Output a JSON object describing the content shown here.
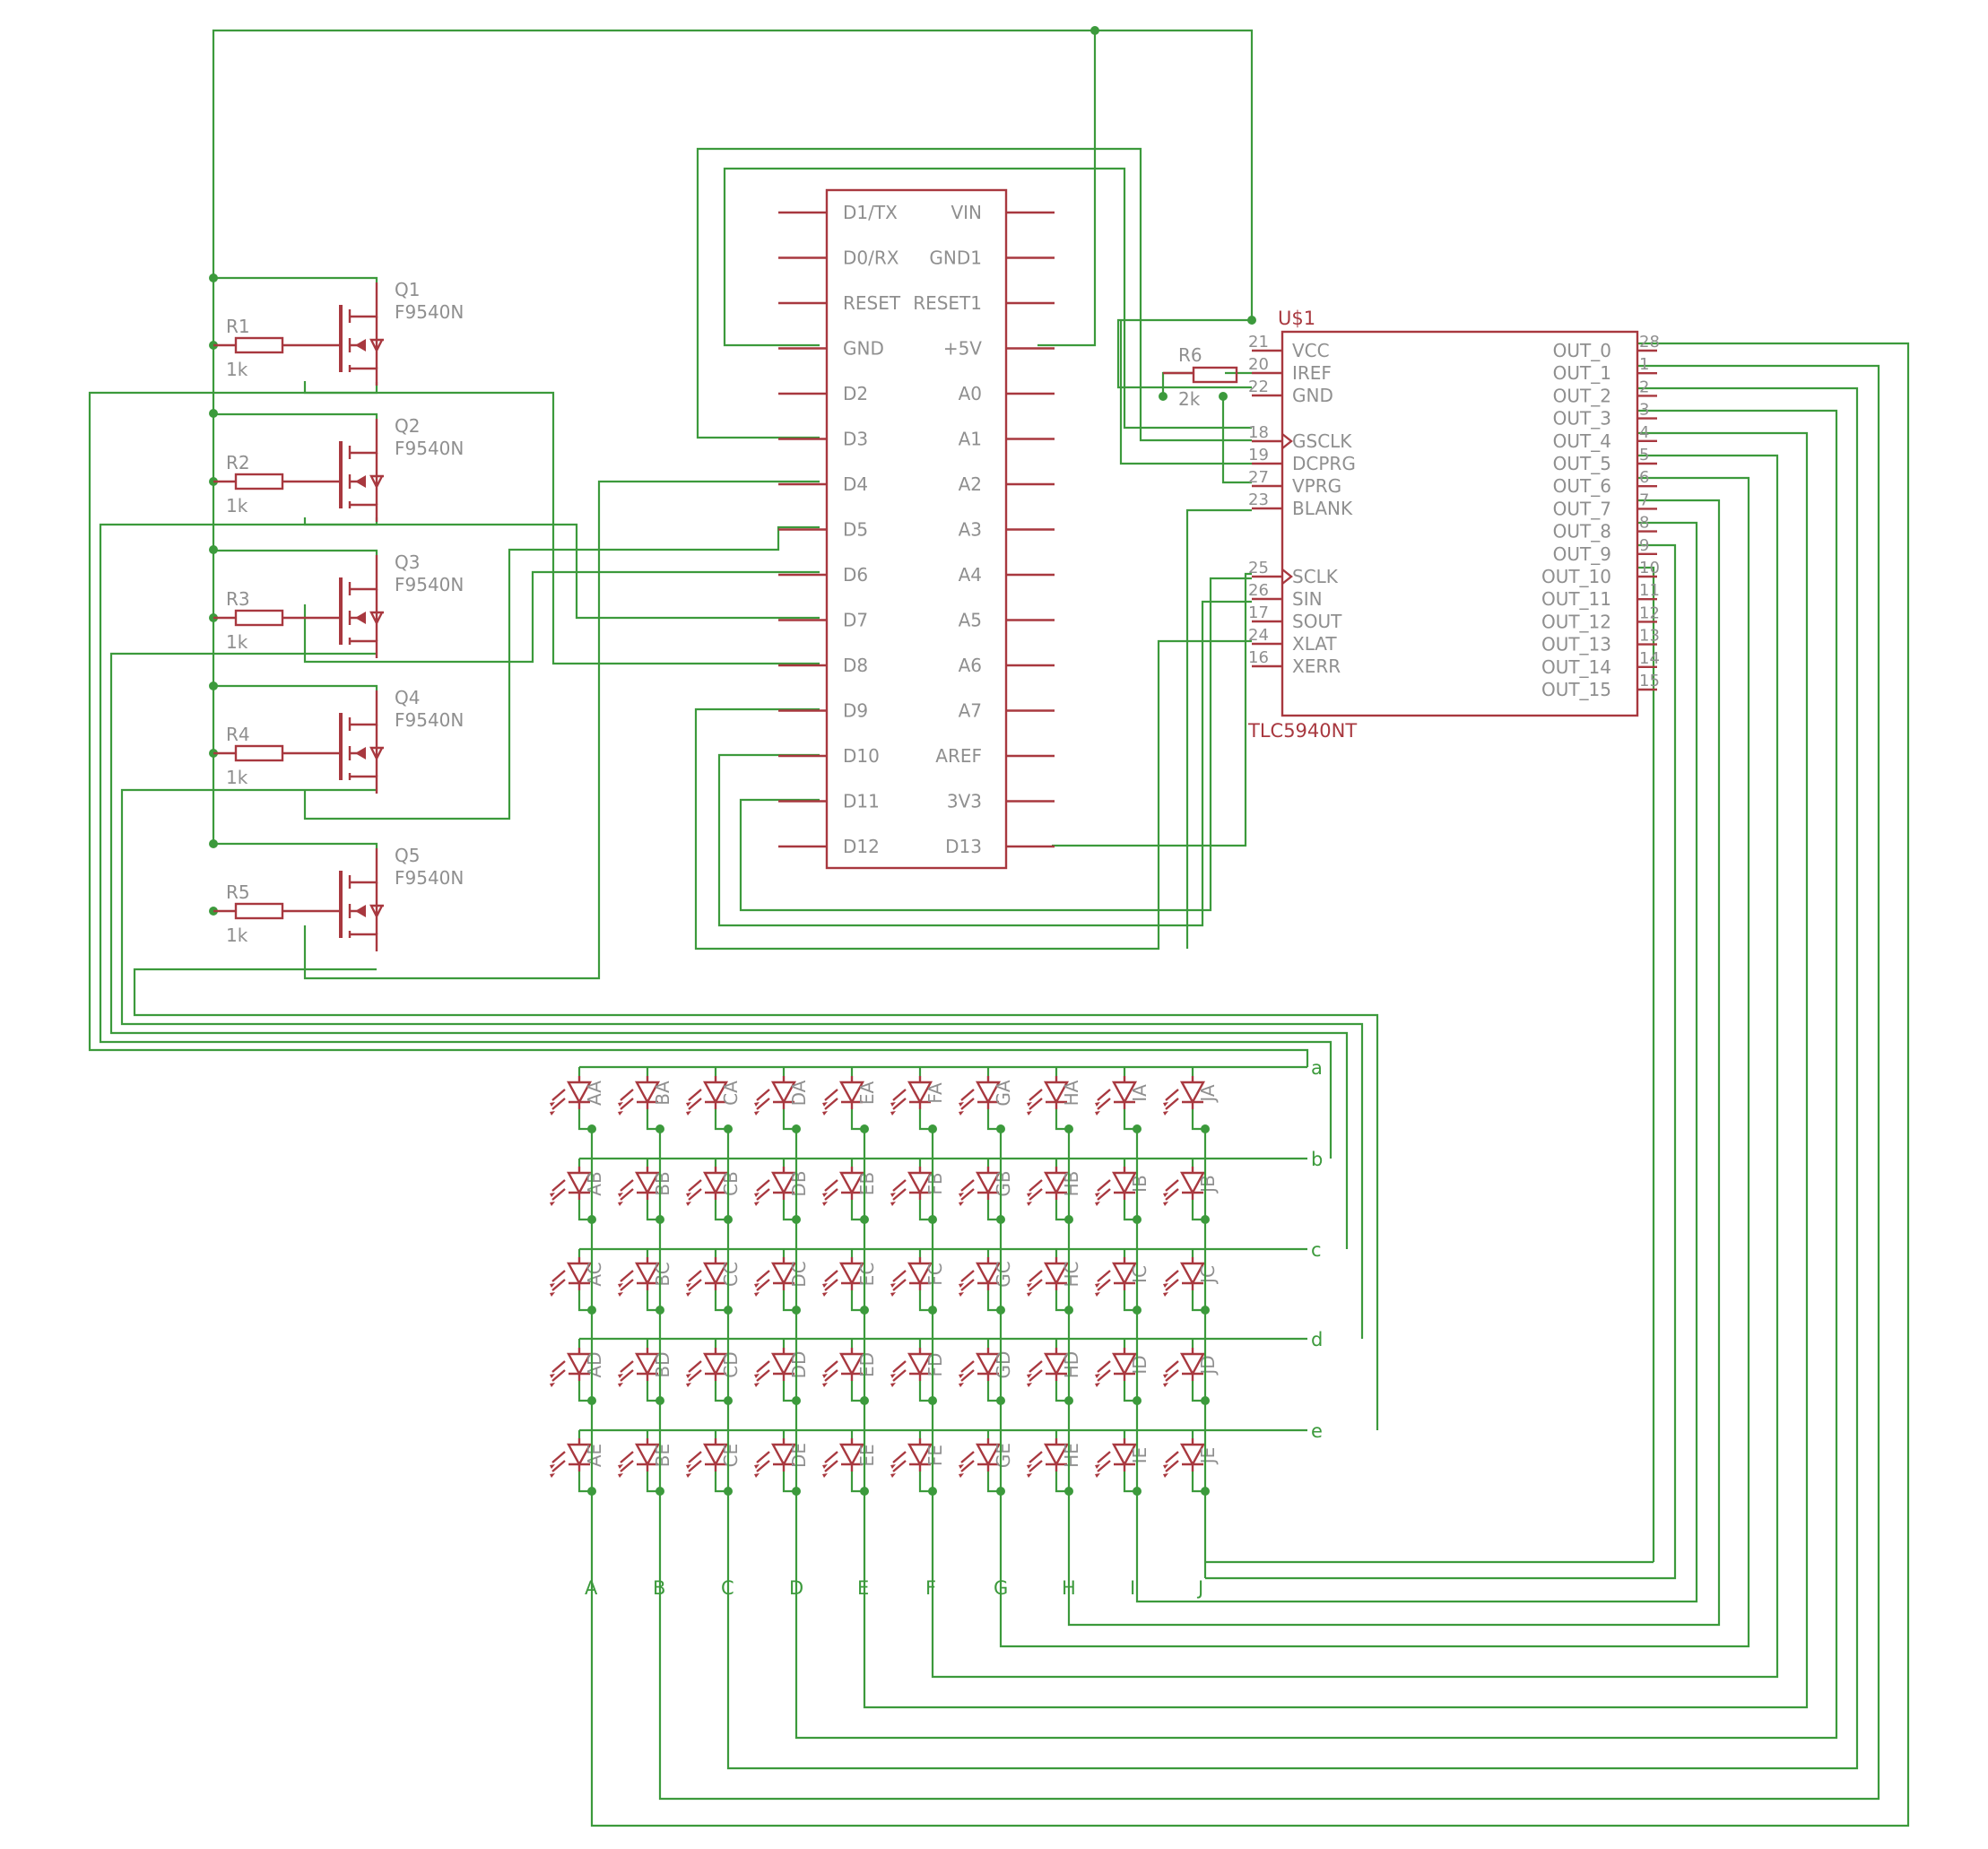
{
  "arduino": {
    "left_pins": [
      "D1/TX",
      "D0/RX",
      "RESET",
      "GND",
      "D2",
      "D3",
      "D4",
      "D5",
      "D6",
      "D7",
      "D8",
      "D9",
      "D10",
      "D11",
      "D12"
    ],
    "right_pins": [
      "VIN",
      "GND1",
      "RESET1",
      "+5V",
      "A0",
      "A1",
      "A2",
      "A3",
      "A4",
      "A5",
      "A6",
      "A7",
      "AREF",
      "3V3",
      "D13"
    ]
  },
  "tlc": {
    "name": "U$1",
    "value": "TLC5940NT",
    "left_pins": [
      {
        "num": "21",
        "label": "VCC"
      },
      {
        "num": "20",
        "label": "IREF"
      },
      {
        "num": "22",
        "label": "GND"
      },
      {
        "num": "18",
        "label": "GSCLK"
      },
      {
        "num": "19",
        "label": "DCPRG"
      },
      {
        "num": "27",
        "label": "VPRG"
      },
      {
        "num": "23",
        "label": "BLANK"
      },
      {
        "num": "25",
        "label": "SCLK"
      },
      {
        "num": "26",
        "label": "SIN"
      },
      {
        "num": "17",
        "label": "SOUT"
      },
      {
        "num": "24",
        "label": "XLAT"
      },
      {
        "num": "16",
        "label": "XERR"
      }
    ],
    "right_pins": [
      {
        "num": "28",
        "label": "OUT_0"
      },
      {
        "num": "1",
        "label": "OUT_1"
      },
      {
        "num": "2",
        "label": "OUT_2"
      },
      {
        "num": "3",
        "label": "OUT_3"
      },
      {
        "num": "4",
        "label": "OUT_4"
      },
      {
        "num": "5",
        "label": "OUT_5"
      },
      {
        "num": "6",
        "label": "OUT_6"
      },
      {
        "num": "7",
        "label": "OUT_7"
      },
      {
        "num": "8",
        "label": "OUT_8"
      },
      {
        "num": "9",
        "label": "OUT_9"
      },
      {
        "num": "10",
        "label": "OUT_10"
      },
      {
        "num": "11",
        "label": "OUT_11"
      },
      {
        "num": "12",
        "label": "OUT_12"
      },
      {
        "num": "13",
        "label": "OUT_13"
      },
      {
        "num": "14",
        "label": "OUT_14"
      },
      {
        "num": "15",
        "label": "OUT_15"
      }
    ]
  },
  "r6": {
    "name": "R6",
    "value": "2k"
  },
  "drivers": [
    {
      "mosfet": "Q1",
      "part": "F9540N",
      "resistor": "R1",
      "value": "1k"
    },
    {
      "mosfet": "Q2",
      "part": "F9540N",
      "resistor": "R2",
      "value": "1k"
    },
    {
      "mosfet": "Q3",
      "part": "F9540N",
      "resistor": "R3",
      "value": "1k"
    },
    {
      "mosfet": "Q4",
      "part": "F9540N",
      "resistor": "R4",
      "value": "1k"
    },
    {
      "mosfet": "Q5",
      "part": "F9540N",
      "resistor": "R5",
      "value": "1k"
    }
  ],
  "matrix": {
    "column_letters": [
      "A",
      "B",
      "C",
      "D",
      "E",
      "F",
      "G",
      "H",
      "I",
      "J"
    ],
    "row_letters": [
      "A",
      "B",
      "C",
      "D",
      "E"
    ],
    "row_net_labels": [
      "a",
      "b",
      "c",
      "d",
      "e"
    ],
    "column_net_labels": [
      "A",
      "B",
      "C",
      "D",
      "E",
      "F",
      "G",
      "H",
      "I",
      "J"
    ]
  },
  "colors": {
    "wire": "#3c9a3c",
    "symbol": "#a8383f",
    "label": "#8f8f8f"
  }
}
